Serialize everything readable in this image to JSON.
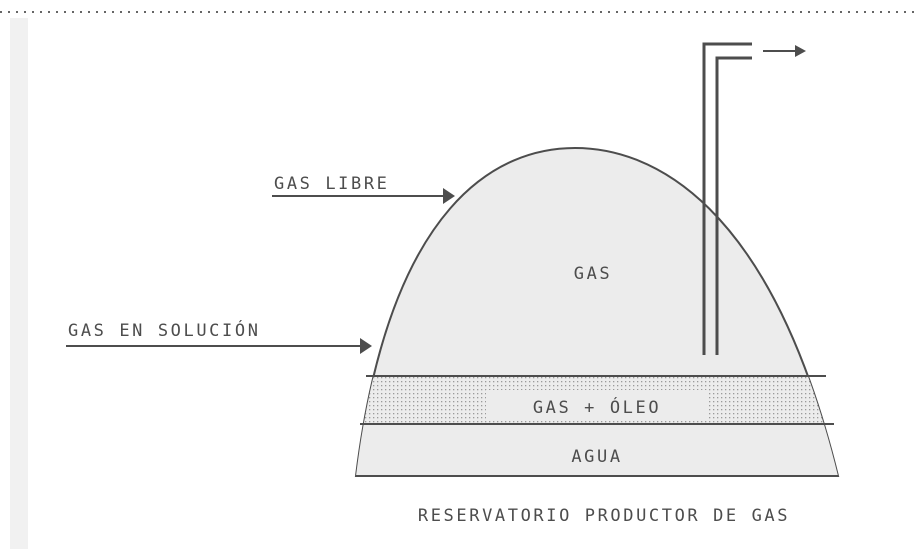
{
  "diagram": {
    "labels": {
      "free_gas": "GAS LIBRE",
      "solution_gas": "GAS EN SOLUCIÓN",
      "gas_zone": "GAS",
      "gas_oil_zone": "GAS + ÓLEO",
      "water_zone": "AGUA",
      "caption": "RESERVATORIO PRODUCTOR DE GAS"
    },
    "colors": {
      "background": "#ffffff",
      "panel": "#f1f1f1",
      "dome_fill": "#ececec",
      "line": "#4d4d4d",
      "text": "#4d4d4d",
      "dots": "#9a9a9a"
    }
  }
}
